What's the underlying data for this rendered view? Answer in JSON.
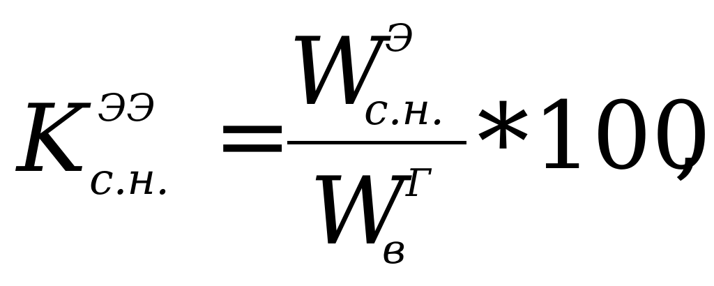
{
  "formula": {
    "lhs": {
      "base": "K",
      "superscript": "ЭЭ",
      "subscript": "с.н."
    },
    "equals": "=",
    "numerator": {
      "base": "W",
      "superscript": "Э",
      "subscript": "с.н."
    },
    "denominator": {
      "base": "W",
      "superscript": "Г",
      "subscript": "в"
    },
    "operator": "*",
    "factor": "100",
    "trailing": ","
  }
}
